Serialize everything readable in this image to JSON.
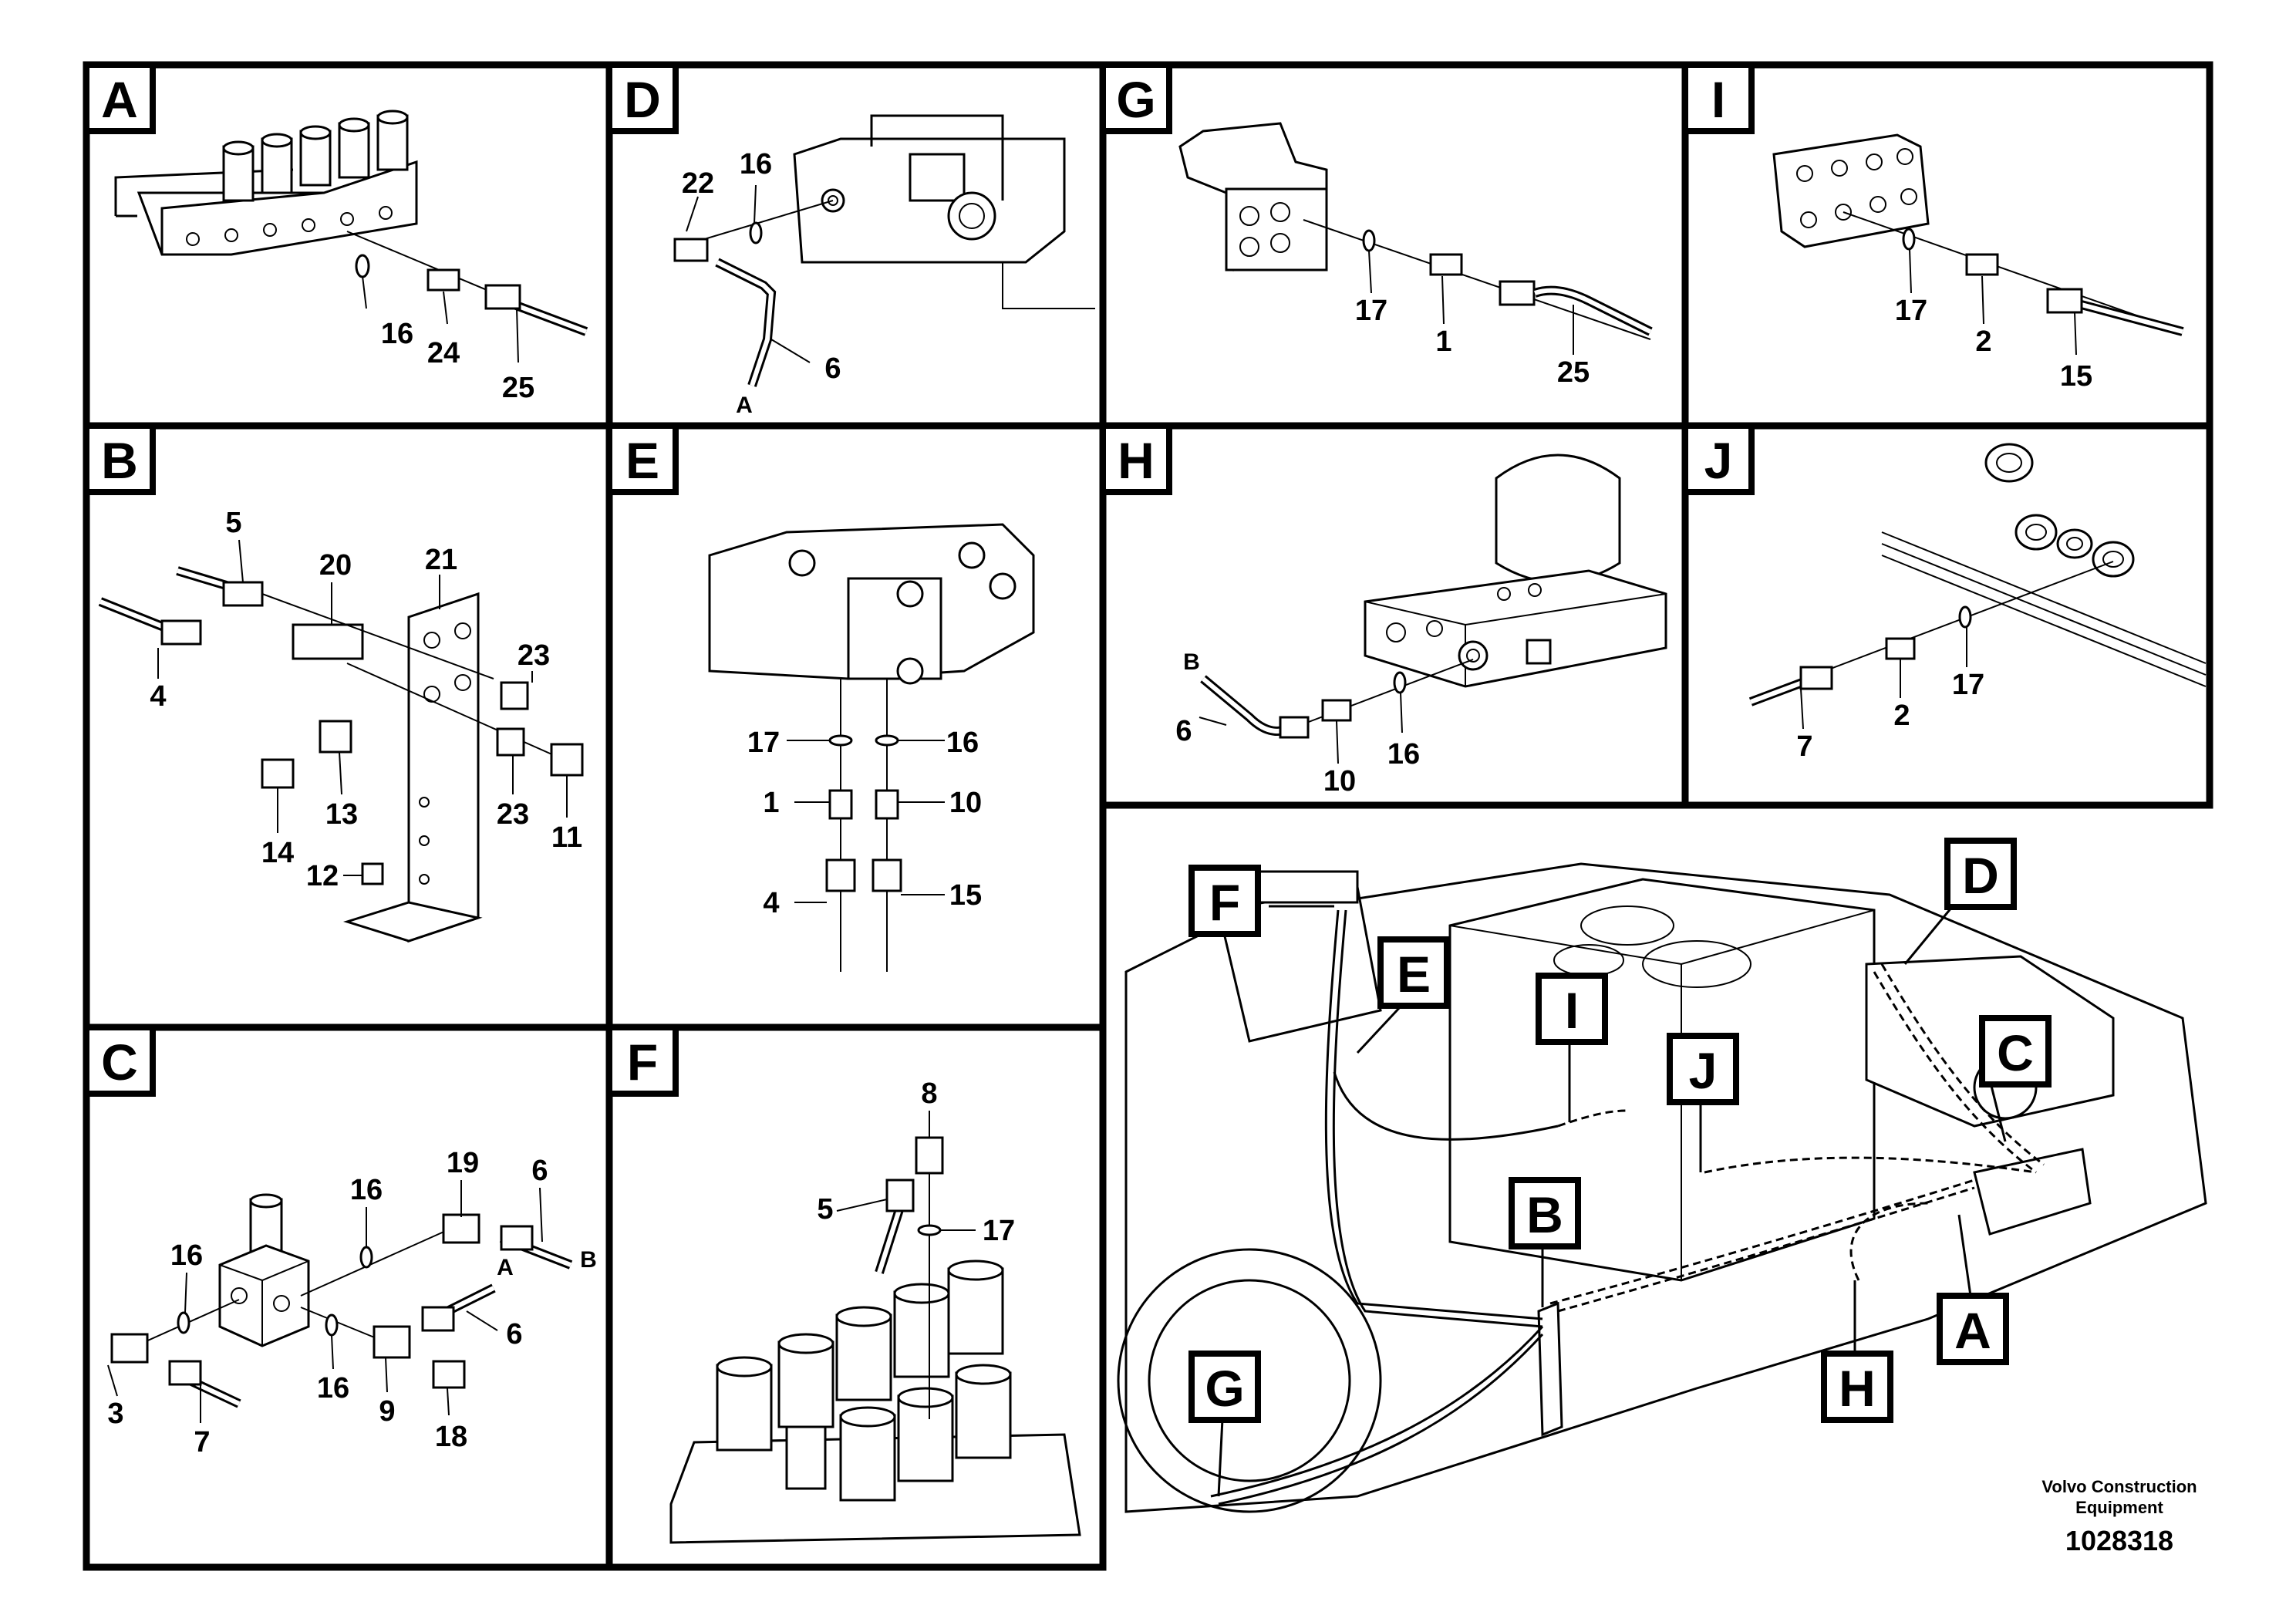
{
  "panels": {
    "A": {
      "tag": "A",
      "parts": [
        "16",
        "24",
        "25"
      ]
    },
    "B": {
      "tag": "B",
      "parts": [
        "5",
        "20",
        "21",
        "4",
        "23",
        "13",
        "23",
        "14",
        "11",
        "12"
      ]
    },
    "C": {
      "tag": "C",
      "parts": [
        "19",
        "6",
        "16",
        "16",
        "A",
        "B",
        "6",
        "3",
        "7",
        "16",
        "9",
        "18"
      ]
    },
    "D": {
      "tag": "D",
      "parts": [
        "22",
        "16",
        "6",
        "A"
      ]
    },
    "E": {
      "tag": "E",
      "parts": [
        "17",
        "16",
        "1",
        "10",
        "4",
        "15"
      ]
    },
    "F": {
      "tag": "F",
      "parts": [
        "8",
        "5",
        "17"
      ]
    },
    "G": {
      "tag": "G",
      "parts": [
        "17",
        "1",
        "25"
      ]
    },
    "H": {
      "tag": "H",
      "parts": [
        "B",
        "6",
        "10",
        "16"
      ]
    },
    "I": {
      "tag": "I",
      "parts": [
        "17",
        "2",
        "15"
      ]
    },
    "J": {
      "tag": "J",
      "parts": [
        "2",
        "17",
        "7"
      ]
    }
  },
  "overview_tags": [
    "F",
    "E",
    "I",
    "J",
    "B",
    "G",
    "D",
    "C",
    "A",
    "H"
  ],
  "footer": {
    "brand_line1": "Volvo Construction",
    "brand_line2": "Equipment",
    "drawing_number": "1028318"
  }
}
